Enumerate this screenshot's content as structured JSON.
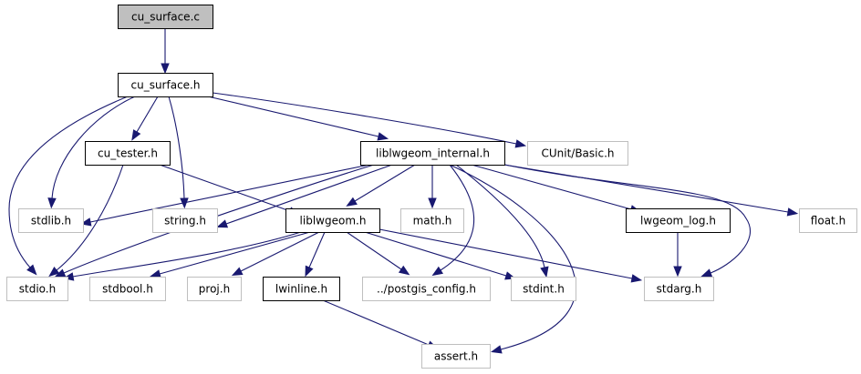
{
  "diagram": {
    "type": "include-dependency-graph",
    "colors": {
      "edge": "#191970",
      "root_fill": "#bfbfbf",
      "node_border_documented": "#000000",
      "node_border_external": "#bfbfbf"
    },
    "nodes": [
      {
        "id": "cu_surface_c",
        "label": "cu_surface.c",
        "kind": "root"
      },
      {
        "id": "cu_surface_h",
        "label": "cu_surface.h",
        "kind": "documented"
      },
      {
        "id": "cu_tester_h",
        "label": "cu_tester.h",
        "kind": "documented"
      },
      {
        "id": "liblwgeom_internal_h",
        "label": "liblwgeom_internal.h",
        "kind": "documented"
      },
      {
        "id": "cunit_basic_h",
        "label": "CUnit/Basic.h",
        "kind": "external"
      },
      {
        "id": "stdlib_h",
        "label": "stdlib.h",
        "kind": "external"
      },
      {
        "id": "string_h",
        "label": "string.h",
        "kind": "external"
      },
      {
        "id": "liblwgeom_h",
        "label": "liblwgeom.h",
        "kind": "documented"
      },
      {
        "id": "math_h",
        "label": "math.h",
        "kind": "external"
      },
      {
        "id": "lwgeom_log_h",
        "label": "lwgeom_log.h",
        "kind": "documented"
      },
      {
        "id": "float_h",
        "label": "float.h",
        "kind": "external"
      },
      {
        "id": "stdio_h",
        "label": "stdio.h",
        "kind": "external"
      },
      {
        "id": "stdbool_h",
        "label": "stdbool.h",
        "kind": "external"
      },
      {
        "id": "proj_h",
        "label": "proj.h",
        "kind": "external"
      },
      {
        "id": "lwinline_h",
        "label": "lwinline.h",
        "kind": "documented"
      },
      {
        "id": "postgis_config_h",
        "label": "../postgis_config.h",
        "kind": "external"
      },
      {
        "id": "stdint_h",
        "label": "stdint.h",
        "kind": "external"
      },
      {
        "id": "stdarg_h",
        "label": "stdarg.h",
        "kind": "external"
      },
      {
        "id": "assert_h",
        "label": "assert.h",
        "kind": "external"
      }
    ],
    "edges": [
      {
        "from": "cu_surface_c",
        "to": "cu_surface_h"
      },
      {
        "from": "cu_surface_h",
        "to": "cu_tester_h"
      },
      {
        "from": "cu_surface_h",
        "to": "liblwgeom_internal_h"
      },
      {
        "from": "cu_surface_h",
        "to": "cunit_basic_h"
      },
      {
        "from": "cu_surface_h",
        "to": "stdlib_h"
      },
      {
        "from": "cu_surface_h",
        "to": "string_h"
      },
      {
        "from": "cu_surface_h",
        "to": "stdio_h"
      },
      {
        "from": "cu_tester_h",
        "to": "liblwgeom_h"
      },
      {
        "from": "cu_tester_h",
        "to": "stdio_h"
      },
      {
        "from": "liblwgeom_internal_h",
        "to": "stdlib_h"
      },
      {
        "from": "liblwgeom_internal_h",
        "to": "string_h"
      },
      {
        "from": "liblwgeom_internal_h",
        "to": "liblwgeom_h"
      },
      {
        "from": "liblwgeom_internal_h",
        "to": "math_h"
      },
      {
        "from": "liblwgeom_internal_h",
        "to": "lwgeom_log_h"
      },
      {
        "from": "liblwgeom_internal_h",
        "to": "float_h"
      },
      {
        "from": "liblwgeom_internal_h",
        "to": "stdio_h"
      },
      {
        "from": "liblwgeom_internal_h",
        "to": "postgis_config_h"
      },
      {
        "from": "liblwgeom_internal_h",
        "to": "stdint_h"
      },
      {
        "from": "liblwgeom_internal_h",
        "to": "stdarg_h"
      },
      {
        "from": "liblwgeom_internal_h",
        "to": "assert_h"
      },
      {
        "from": "liblwgeom_h",
        "to": "stdio_h"
      },
      {
        "from": "liblwgeom_h",
        "to": "stdbool_h"
      },
      {
        "from": "liblwgeom_h",
        "to": "proj_h"
      },
      {
        "from": "liblwgeom_h",
        "to": "lwinline_h"
      },
      {
        "from": "liblwgeom_h",
        "to": "postgis_config_h"
      },
      {
        "from": "liblwgeom_h",
        "to": "stdint_h"
      },
      {
        "from": "liblwgeom_h",
        "to": "stdarg_h"
      },
      {
        "from": "lwgeom_log_h",
        "to": "stdarg_h"
      },
      {
        "from": "lwinline_h",
        "to": "assert_h"
      }
    ]
  }
}
